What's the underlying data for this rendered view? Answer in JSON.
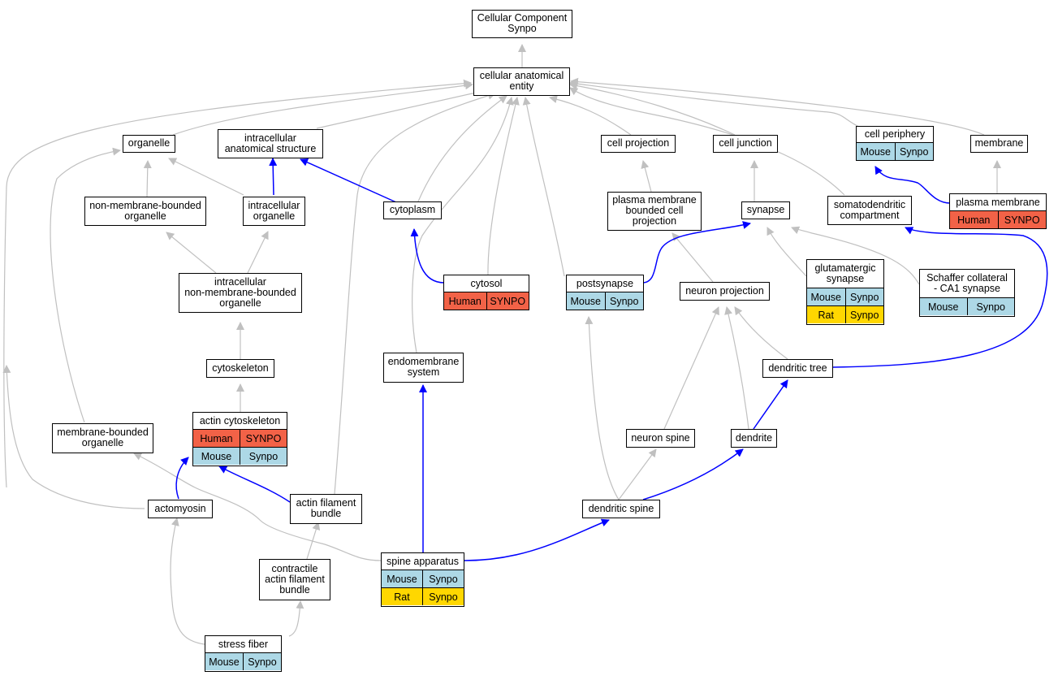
{
  "nodes": {
    "cc_root": {
      "label": "Cellular Component\nSynpo"
    },
    "cae": {
      "label": "cellular anatomical\nentity"
    },
    "organelle": {
      "label": "organelle"
    },
    "ias": {
      "label": "intracellular\nanatomical structure"
    },
    "cell_projection": {
      "label": "cell projection"
    },
    "cell_junction": {
      "label": "cell junction"
    },
    "cell_periphery": {
      "label": "cell periphery",
      "rows": [
        [
          "Mouse",
          "Synpo"
        ]
      ]
    },
    "membrane": {
      "label": "membrane"
    },
    "nmbo": {
      "label": "non-membrane-bounded\norganelle"
    },
    "intra_organelle": {
      "label": "intracellular\norganelle"
    },
    "cytoplasm": {
      "label": "cytoplasm"
    },
    "pmbcp": {
      "label": "plasma membrane\nbounded cell\nprojection"
    },
    "synapse": {
      "label": "synapse"
    },
    "somatodendritic": {
      "label": "somatodendritic\ncompartment"
    },
    "plasma_membrane": {
      "label": "plasma membrane",
      "rows": [
        [
          "Human",
          "SYNPO"
        ]
      ]
    },
    "inmbo": {
      "label": "intracellular\nnon-membrane-bounded\norganelle"
    },
    "cytosol": {
      "label": "cytosol",
      "rows": [
        [
          "Human",
          "SYNPO"
        ]
      ]
    },
    "postsynapse": {
      "label": "postsynapse",
      "rows": [
        [
          "Mouse",
          "Synpo"
        ]
      ]
    },
    "neuron_projection": {
      "label": "neuron projection"
    },
    "glutamatergic": {
      "label": "glutamatergic\nsynapse",
      "rows": [
        [
          "Mouse",
          "Synpo"
        ],
        [
          "Rat",
          "Synpo"
        ]
      ]
    },
    "schaffer": {
      "label": "Schaffer collateral\n- CA1 synapse",
      "rows": [
        [
          "Mouse",
          "Synpo"
        ]
      ]
    },
    "cytoskeleton": {
      "label": "cytoskeleton"
    },
    "endomembrane": {
      "label": "endomembrane\nsystem"
    },
    "dendritic_tree": {
      "label": "dendritic tree"
    },
    "actin_cytoskeleton": {
      "label": "actin cytoskeleton",
      "rows": [
        [
          "Human",
          "SYNPO"
        ],
        [
          "Mouse",
          "Synpo"
        ]
      ]
    },
    "mbo": {
      "label": "membrane-bounded\norganelle"
    },
    "neuron_spine": {
      "label": "neuron spine"
    },
    "dendrite": {
      "label": "dendrite"
    },
    "actomyosin": {
      "label": "actomyosin"
    },
    "afb": {
      "label": "actin filament\nbundle"
    },
    "dendritic_spine": {
      "label": "dendritic spine"
    },
    "cafb": {
      "label": "contractile\nactin filament\nbundle"
    },
    "spine_apparatus": {
      "label": "spine apparatus",
      "rows": [
        [
          "Mouse",
          "Synpo"
        ],
        [
          "Rat",
          "Synpo"
        ]
      ]
    },
    "stress_fiber": {
      "label": "stress fiber",
      "rows": [
        [
          "Mouse",
          "Synpo"
        ]
      ]
    }
  },
  "colors": {
    "edge_isa": "#c0c0c0",
    "edge_partof": "#0000ff",
    "species": {
      "Mouse": "#add8e6",
      "Human": "#f26247",
      "Rat": "#ffd700"
    }
  }
}
